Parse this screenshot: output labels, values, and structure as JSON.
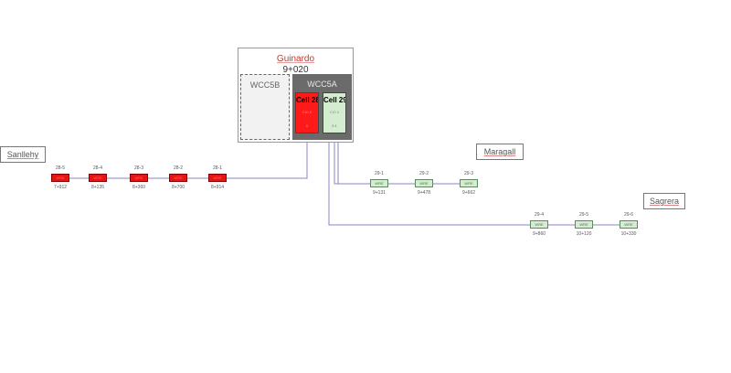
{
  "station": {
    "name": "Guinardo",
    "pk": "9+020",
    "wcc5b_label": "WCC5B",
    "wcc5a_label": "WCC5A",
    "cells": [
      {
        "title": "Cell 28",
        "cio": "CIO 0",
        "num": "0",
        "color": "#ff1a1a"
      },
      {
        "title": "Cell 29",
        "cio": "CIO 0",
        "num": "0 1",
        "color": "#d4ecd0"
      }
    ]
  },
  "labels": {
    "sanllehy": "Sanllehy",
    "maragall": "Maragall",
    "sagrera": "Sagrera"
  },
  "branches": {
    "sanllehy": [
      {
        "id": "28-5",
        "label": "WRE",
        "pk": "7+912"
      },
      {
        "id": "28-4",
        "label": "WRE",
        "pk": "8+135"
      },
      {
        "id": "28-3",
        "label": "WRE",
        "pk": "8+360"
      },
      {
        "id": "28-2",
        "label": "WRE",
        "pk": "8+700"
      },
      {
        "id": "28-1",
        "label": "WRE",
        "pk": "8+914"
      }
    ],
    "maragall": [
      {
        "id": "29-1",
        "label": "WRE",
        "pk": "9+131"
      },
      {
        "id": "29-2",
        "label": "WRE",
        "pk": "9+478"
      },
      {
        "id": "29-3",
        "label": "WRE",
        "pk": "9+662"
      }
    ],
    "sagrera": [
      {
        "id": "29-4",
        "label": "WRE",
        "pk": "9+860"
      },
      {
        "id": "29-5",
        "label": "WRE",
        "pk": "10+120"
      },
      {
        "id": "29-6",
        "label": "WRE",
        "pk": "10+330"
      }
    ]
  },
  "colors": {
    "line": "#8a86c8",
    "red_node": "#e81414",
    "green_node": "#d4ecd0"
  }
}
